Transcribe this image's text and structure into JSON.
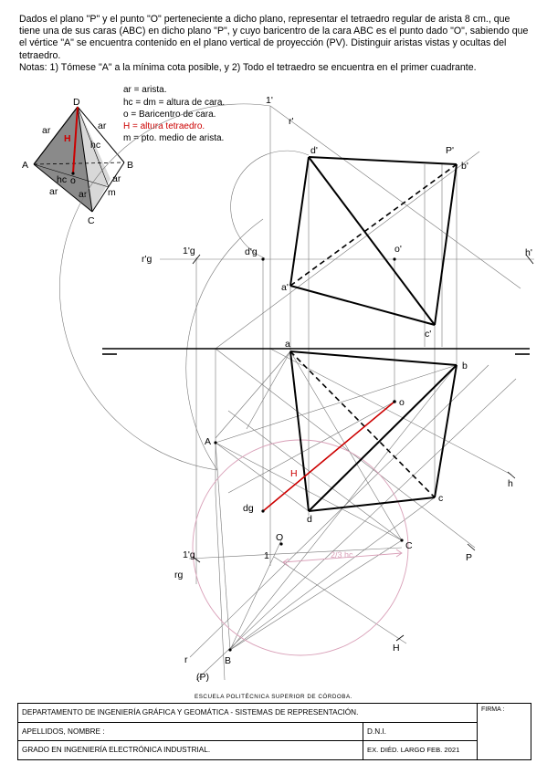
{
  "statement": {
    "text": "Dados el plano \"P\" y el punto \"O\" perteneciente a  dicho plano, representar el tetraedro regular de arista 8 cm., que tiene una de sus caras (ABC) en dicho plano \"P\", y cuyo baricentro de la cara ABC es el punto dado \"O\",  sabiendo que el vértice \"A\" se encuentra contenido en el plano vertical de proyección (PV). Distinguir aristas vistas y ocultas del tetraedro.",
    "notes": "Notas: 1) Tómese \"A\" a la mínima cota posible, y 2) Todo el tetraedro se encuentra en el primer cuadrante."
  },
  "legend": {
    "items": [
      {
        "text": "ar = arista.",
        "color": "#000000"
      },
      {
        "text": "hc = dm = altura de cara.",
        "color": "#000000"
      },
      {
        "text": "o = Baricentro de cara.",
        "color": "#000000"
      },
      {
        "text": "H = altura tetraedro.",
        "color": "#cc0000"
      },
      {
        "text": "m = pto. medio de arista.",
        "color": "#000000"
      }
    ]
  },
  "sketch_labels": {
    "D": "D",
    "A": "A",
    "B": "B",
    "C": "C",
    "H": "H",
    "hc_top": "hc",
    "hc_bottom": "hc",
    "o": "o",
    "m": "m",
    "ar_left": "ar",
    "ar_top": "ar",
    "ar_right": "ar",
    "ar_bottom1": "ar",
    "ar_bottom2": "ar"
  },
  "labels": {
    "one_prime": "1'",
    "r_prime": "r'",
    "d_prime": "d'",
    "P_prime": "P'",
    "b_prime": "b'",
    "rg_prime": "r'g",
    "one_g_prime": "1'g",
    "dg_prime": "d'g",
    "o_prime": "o'",
    "h_prime": "h'",
    "a_prime": "a'",
    "c_prime": "c'",
    "a": "a",
    "b": "b",
    "o": "o",
    "A": "A",
    "H_red": "H",
    "c": "c",
    "h": "h",
    "dg": "dg",
    "d": "d",
    "P": "P",
    "O": "O",
    "C": "C",
    "two_thirds_hc": "2/3 hc",
    "one_g_prime_low": "1'g",
    "one": "1",
    "rg": "rg",
    "H_low": "H",
    "r": "r",
    "B": "B",
    "P_paren": "(P)"
  },
  "colors": {
    "accent_red": "#cc0000",
    "construction_pink": "#d9a0b8"
  },
  "footer": {
    "school": "ESCUELA  POLITÉCNICA  SUPERIOR  DE  CÓRDOBA.",
    "department": "DEPARTAMENTO  DE  INGENIERÍA  GRÁFICA  Y  GEOMÁTICA  -  SISTEMAS  DE  REPRESENTACIÓN.",
    "firma_label": "FIRMA :",
    "name_label": "APELLIDOS,  NOMBRE :",
    "dni_label": "D.N.I.",
    "degree": "GRADO  EN  INGENIERÍA  ELECTRÓNICA  INDUSTRIAL.",
    "exam": "EX. DIÉD. LARGO  FEB. 2021"
  }
}
